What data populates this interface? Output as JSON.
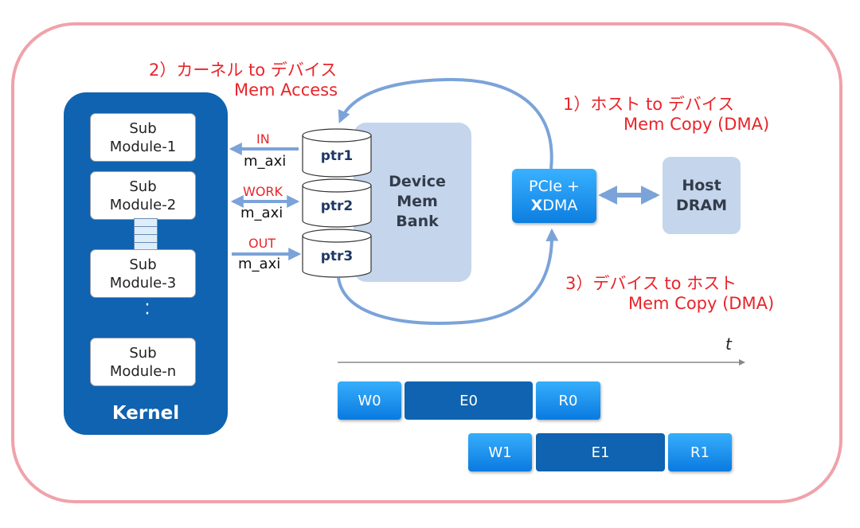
{
  "annotations": {
    "step2_line1": "2）カーネル to デバイス",
    "step2_line2": "Mem Access",
    "step1_line1": "1）ホスト to デバイス",
    "step1_line2": "Mem Copy (DMA)",
    "step3_line1": "3）デバイス to ホスト",
    "step3_line2": "Mem Copy (DMA)"
  },
  "kernel": {
    "title": "Kernel",
    "modules": [
      {
        "line1": "Sub",
        "line2": "Module-1"
      },
      {
        "line1": "Sub",
        "line2": "Module-2"
      },
      {
        "line1": "Sub",
        "line2": "Module-3"
      },
      {
        "line1": "Sub",
        "line2": "Module-n"
      }
    ],
    "ellipsis": "・\n・"
  },
  "ports": [
    {
      "tag": "IN",
      "name": "m_axi"
    },
    {
      "tag": "WORK",
      "name": "m_axi"
    },
    {
      "tag": "OUT",
      "name": "m_axi"
    }
  ],
  "pointers": [
    "ptr1",
    "ptr2",
    "ptr3"
  ],
  "device_bank": {
    "line1": "Device",
    "line2": "Mem",
    "line3": "Bank"
  },
  "pcie": {
    "line1": "PCIe +",
    "line2_bold": "X",
    "line2_rest": "DMA"
  },
  "host": {
    "line1": "Host",
    "line2": "DRAM"
  },
  "timeline": {
    "axis_label": "t",
    "row0": {
      "w": "W0",
      "e": "E0",
      "r": "R0"
    },
    "row1": {
      "w": "W1",
      "e": "E1",
      "r": "R1"
    }
  },
  "colors": {
    "frame": "#f0a2aa",
    "kernel": "#0f63b0",
    "annotation": "#e8252b",
    "arrow": "#7ba3d9",
    "bank": "#c5d5ec"
  }
}
